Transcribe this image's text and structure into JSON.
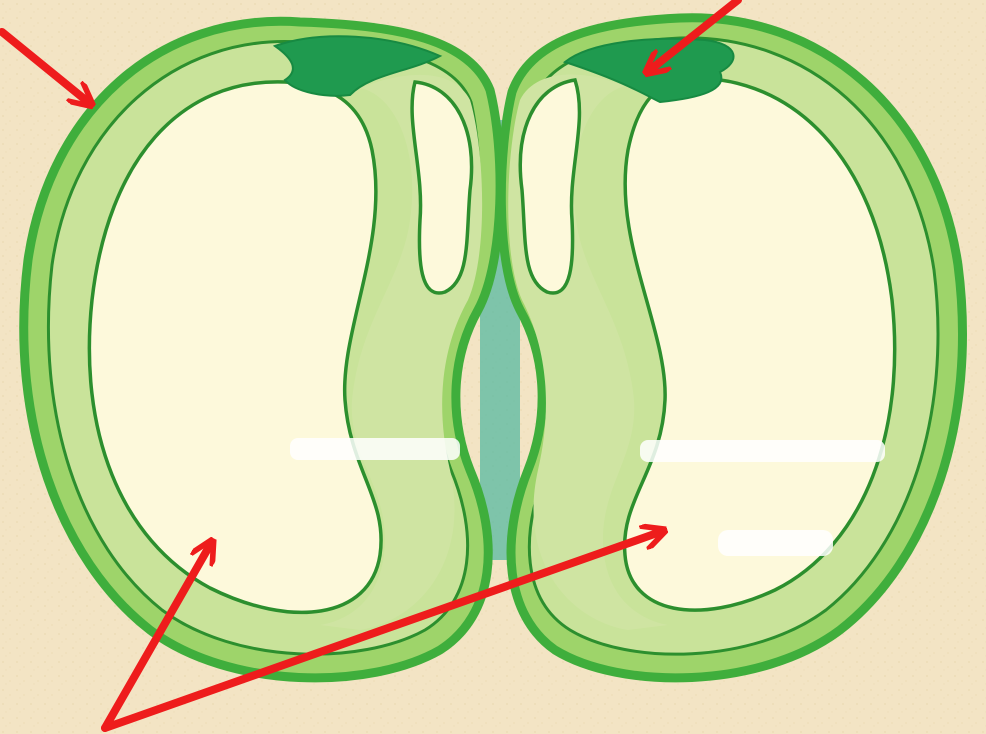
{
  "diagram": {
    "subject": "bean-seed-cross-section",
    "parts": [
      "seed-coat",
      "cotyledon",
      "plumule",
      "radicle",
      "embryo-axis"
    ],
    "arrow_targets": [
      "seed-coat",
      "plumule",
      "cotyledon-left",
      "cotyledon-right"
    ]
  },
  "colors": {
    "background": "#f3e4c4",
    "background_speckle": "#ead7b0",
    "seed_coat_outer": "#3fae3c",
    "seed_coat_fill": "#9ed46a",
    "seed_inner_band": "#c9e39a",
    "cotyledon": "#fdf9db",
    "embryo_axis": "#cfe4a2",
    "plumule": "#1f9a4f",
    "outline": "#2c8f2e",
    "arrow": "#ee1c1c",
    "highlight": "#ffffff"
  }
}
